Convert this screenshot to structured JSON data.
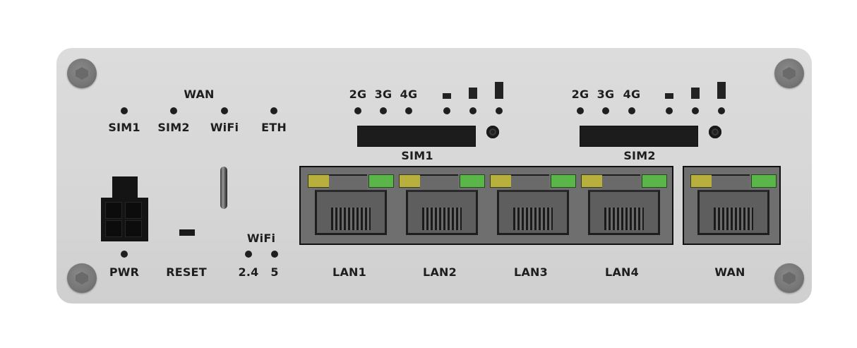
{
  "device": {
    "type": "router-front-panel",
    "colors": {
      "panel": "#d8d8d8",
      "text": "#1e1e1e",
      "led_yellow": "#b7b03c",
      "led_green": "#5ab648",
      "port_block": "#6f6f6f"
    }
  },
  "wan_group": {
    "title": "WAN",
    "indicators": [
      {
        "label": "SIM1"
      },
      {
        "label": "SIM2"
      },
      {
        "label": "WiFi"
      },
      {
        "label": "ETH"
      }
    ]
  },
  "sim_groups": [
    {
      "label": "SIM1",
      "tech": [
        "2G",
        "3G",
        "4G"
      ],
      "signal_bars": 3
    },
    {
      "label": "SIM2",
      "tech": [
        "2G",
        "3G",
        "4G"
      ],
      "signal_bars": 3
    }
  ],
  "power": {
    "label": "PWR"
  },
  "reset": {
    "label": "RESET"
  },
  "wifi_leds": {
    "title": "WiFi",
    "bands": [
      "2.4",
      "5"
    ]
  },
  "ports": [
    {
      "label": "LAN1"
    },
    {
      "label": "LAN2"
    },
    {
      "label": "LAN3"
    },
    {
      "label": "LAN4"
    },
    {
      "label": "WAN"
    }
  ]
}
